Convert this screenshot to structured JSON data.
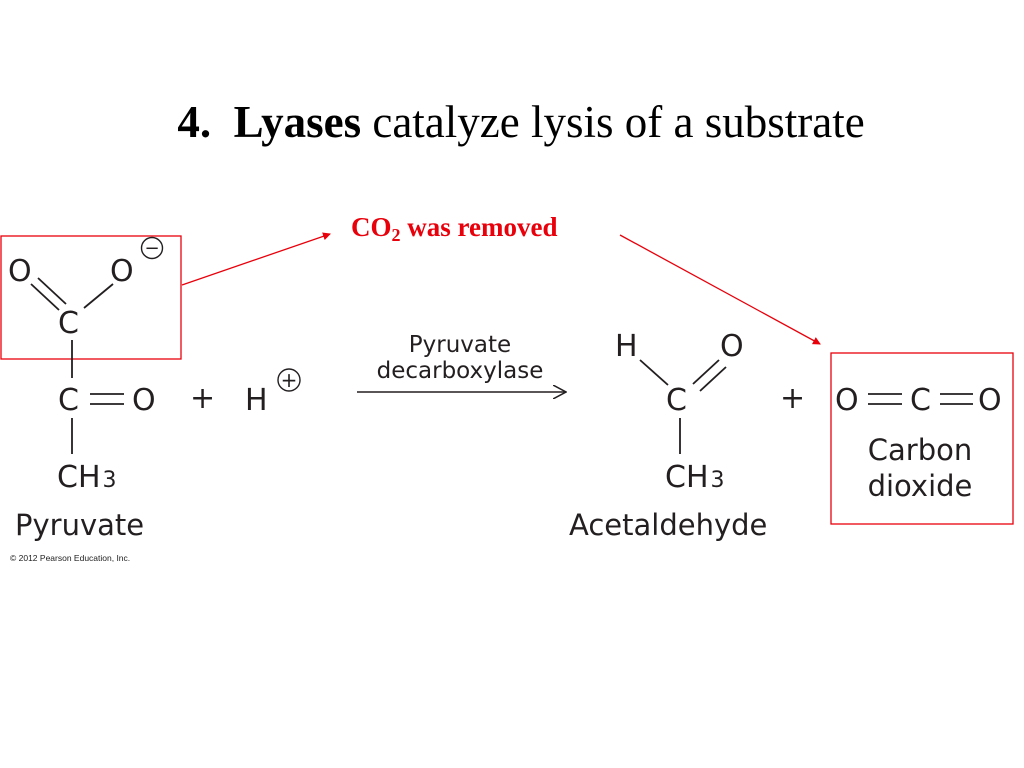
{
  "slide": {
    "title_number": "4.",
    "title_bold": "Lyases",
    "title_rest": " catalyze lysis of a substrate",
    "callout": {
      "formula": "CO",
      "subscript": "2",
      "text": " was removed"
    },
    "copyright": "© 2012 Pearson Education, Inc."
  },
  "reaction": {
    "reactant": {
      "name": "Pyruvate",
      "atoms": [
        "O",
        "O",
        "C",
        "C",
        "O",
        "CH",
        "3"
      ],
      "charge": "−"
    },
    "plus_1": "+",
    "proton": {
      "symbol": "H",
      "charge": "+"
    },
    "enzyme_line1": "Pyruvate",
    "enzyme_line2": "decarboxylase",
    "product_1": {
      "name": "Acetaldehyde",
      "atoms": [
        "H",
        "O",
        "C",
        "CH",
        "3"
      ]
    },
    "plus_2": "+",
    "product_2": {
      "name_line1": "Carbon",
      "name_line2": "dioxide",
      "atoms": [
        "O",
        "C",
        "O"
      ]
    }
  },
  "colors": {
    "accent": "#e8000b",
    "text": "#000000",
    "structure": "#231f20"
  }
}
